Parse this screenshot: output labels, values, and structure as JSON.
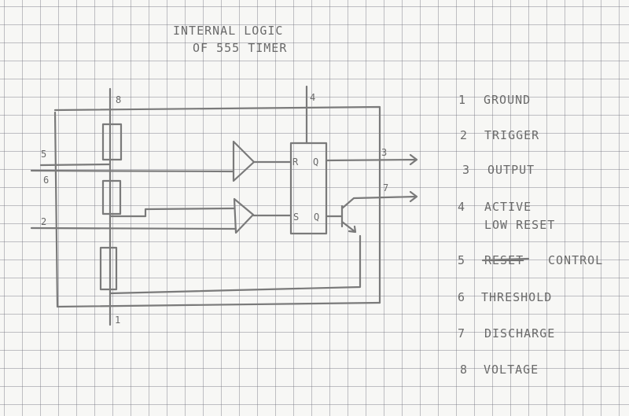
{
  "title": {
    "line1": "INTERNAL LOGIC",
    "line2": "OF 555 TIMER"
  },
  "pins": {
    "p8": "8",
    "p4": "4",
    "p5": "5",
    "p6": "6",
    "p2": "2",
    "p1": "1",
    "p3": "3",
    "p7": "7"
  },
  "flipflop": {
    "r": "R",
    "s": "S",
    "q_top": "Q",
    "q_bottom": "Q"
  },
  "legend": [
    {
      "num": "1",
      "label": "GROUND"
    },
    {
      "num": "2",
      "label": "TRIGGER"
    },
    {
      "num": "3",
      "label": "OUTPUT"
    },
    {
      "num": "4",
      "label": "ACTIVE",
      "label2": "LOW RESET"
    },
    {
      "num": "5",
      "label": "RESET",
      "label_extra": "CONTROL"
    },
    {
      "num": "6",
      "label": "THRESHOLD"
    },
    {
      "num": "7",
      "label": "DISCHARGE"
    },
    {
      "num": "8",
      "label": "VOLTAGE"
    }
  ]
}
